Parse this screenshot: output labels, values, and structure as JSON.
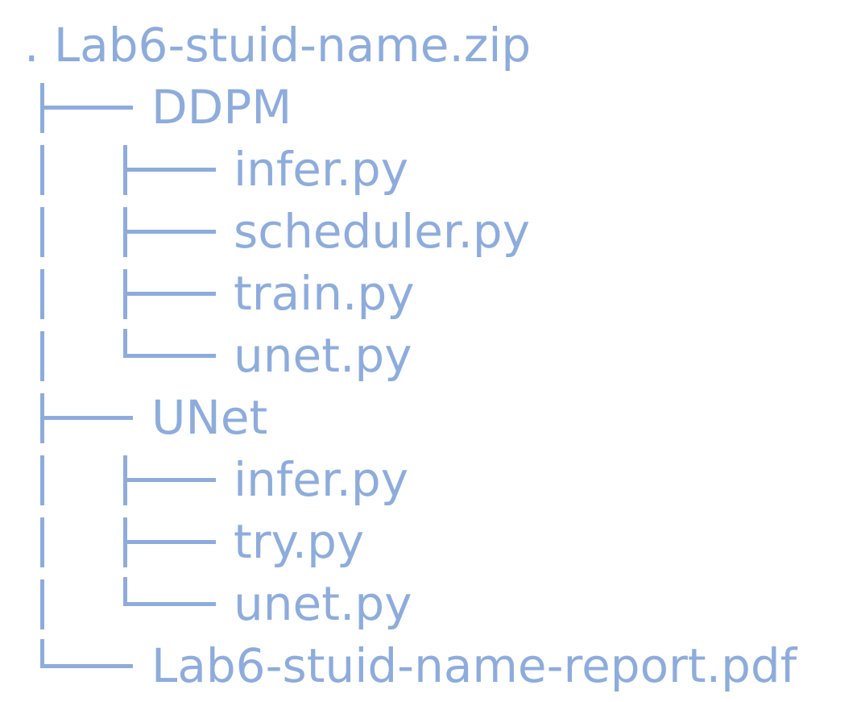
{
  "tree": {
    "root": ". Lab6-stuid-name.zip",
    "items": [
      {
        "label": "DDPM",
        "depth": 1,
        "branch": "tee"
      },
      {
        "label": "infer.py",
        "depth": 2,
        "branch": "tee"
      },
      {
        "label": "scheduler.py",
        "depth": 2,
        "branch": "tee"
      },
      {
        "label": "train.py",
        "depth": 2,
        "branch": "tee"
      },
      {
        "label": "unet.py",
        "depth": 2,
        "branch": "last"
      },
      {
        "label": "UNet",
        "depth": 1,
        "branch": "tee"
      },
      {
        "label": "infer.py",
        "depth": 2,
        "branch": "tee"
      },
      {
        "label": "try.py",
        "depth": 2,
        "branch": "tee"
      },
      {
        "label": "unet.py",
        "depth": 2,
        "branch": "last"
      },
      {
        "label": "Lab6-stuid-name-report.pdf",
        "depth": 1,
        "branch": "last"
      }
    ],
    "color": "#8eacdb"
  }
}
